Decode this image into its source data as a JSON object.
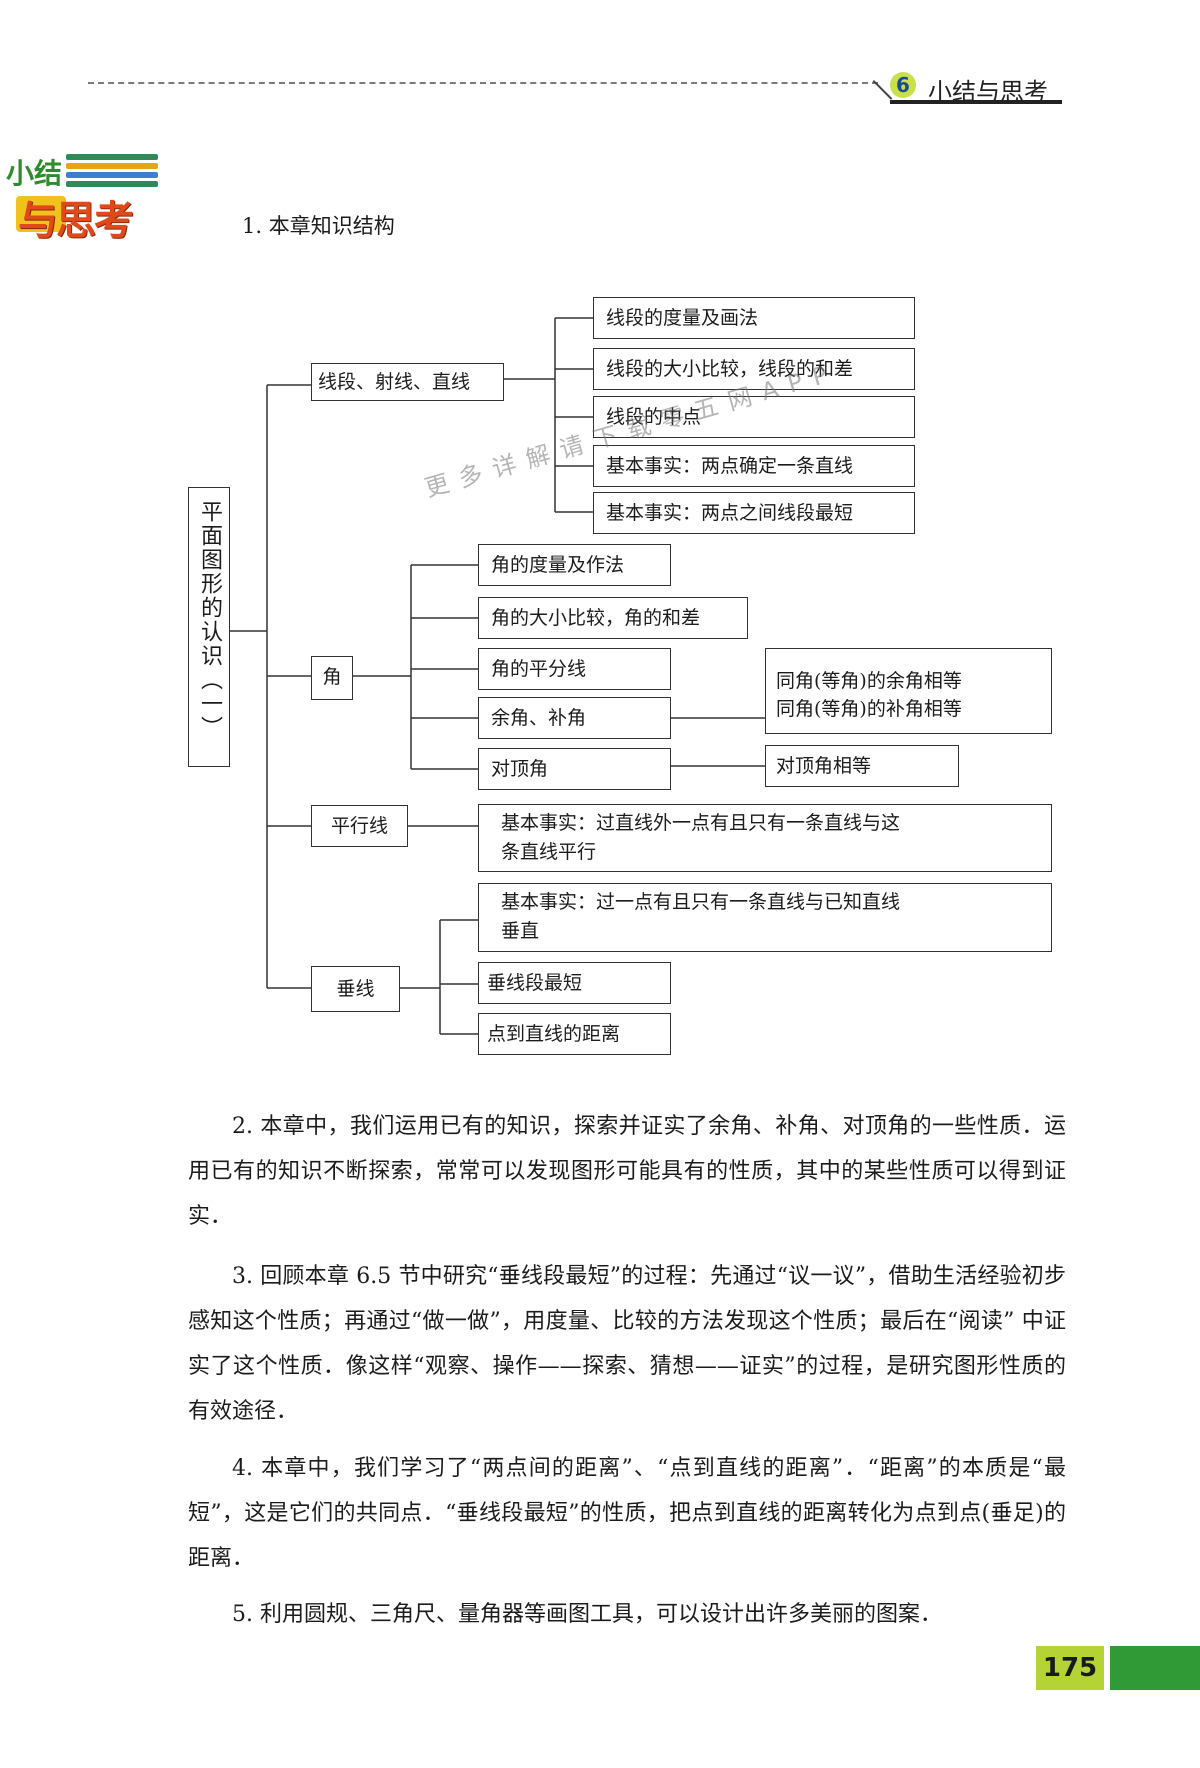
{
  "header": {
    "chapter_number": "6",
    "chapter_title": "小结与思考"
  },
  "logo": {
    "line1": "小结",
    "line2": "与思考"
  },
  "section1_title": "1. 本章知识结构",
  "diagram": {
    "root": "平面图形的认识（一）",
    "branches": [
      {
        "label": "线段、射线、直线",
        "items": [
          "线段的度量及画法",
          "线段的大小比较，线段的和差",
          "线段的中点",
          "基本事实：两点确定一条直线",
          "基本事实：两点之间线段最短"
        ]
      },
      {
        "label": "角",
        "items": [
          "角的度量及作法",
          "角的大小比较，角的和差",
          "角的平分线",
          "余角、补角",
          "对顶角"
        ],
        "sub": {
          "complement_line1": "同角(等角)的余角相等",
          "complement_line2": "同角(等角)的补角相等",
          "vertical": "对顶角相等"
        }
      },
      {
        "label": "平行线",
        "items": [
          "基本事实：过直线外一点有且只有一条直线与这条直线平行"
        ]
      },
      {
        "label": "垂线",
        "items": [
          "基本事实：过一点有且只有一条直线与已知直线垂直",
          "垂线段最短",
          "点到直线的距离"
        ]
      }
    ]
  },
  "watermark": "更多详解请下载零五网APP",
  "paragraphs": {
    "p2": "2. 本章中，我们运用已有的知识，探索并证实了余角、补角、对顶角的一些性质．运用已有的知识不断探索，常常可以发现图形可能具有的性质，其中的某些性质可以得到证实．",
    "p3": "3. 回顾本章 6.5 节中研究“垂线段最短”的过程：先通过“议一议”，借助生活经验初步感知这个性质；再通过“做一做”，用度量、比较的方法发现这个性质；最后在“阅读” 中证实了这个性质．像这样“观察、操作——探索、猜想——证实”的过程，是研究图形性质的有效途径．",
    "p4": "4. 本章中，我们学习了“两点间的距离”、“点到直线的距离”．“距离”的本质是“最短”，这是它们的共同点．“垂线段最短”的性质，把点到直线的距离转化为点到点(垂足)的距离．",
    "p5": "5. 利用圆规、三角尺、量角器等画图工具，可以设计出许多美丽的图案．"
  },
  "page_number": "175"
}
